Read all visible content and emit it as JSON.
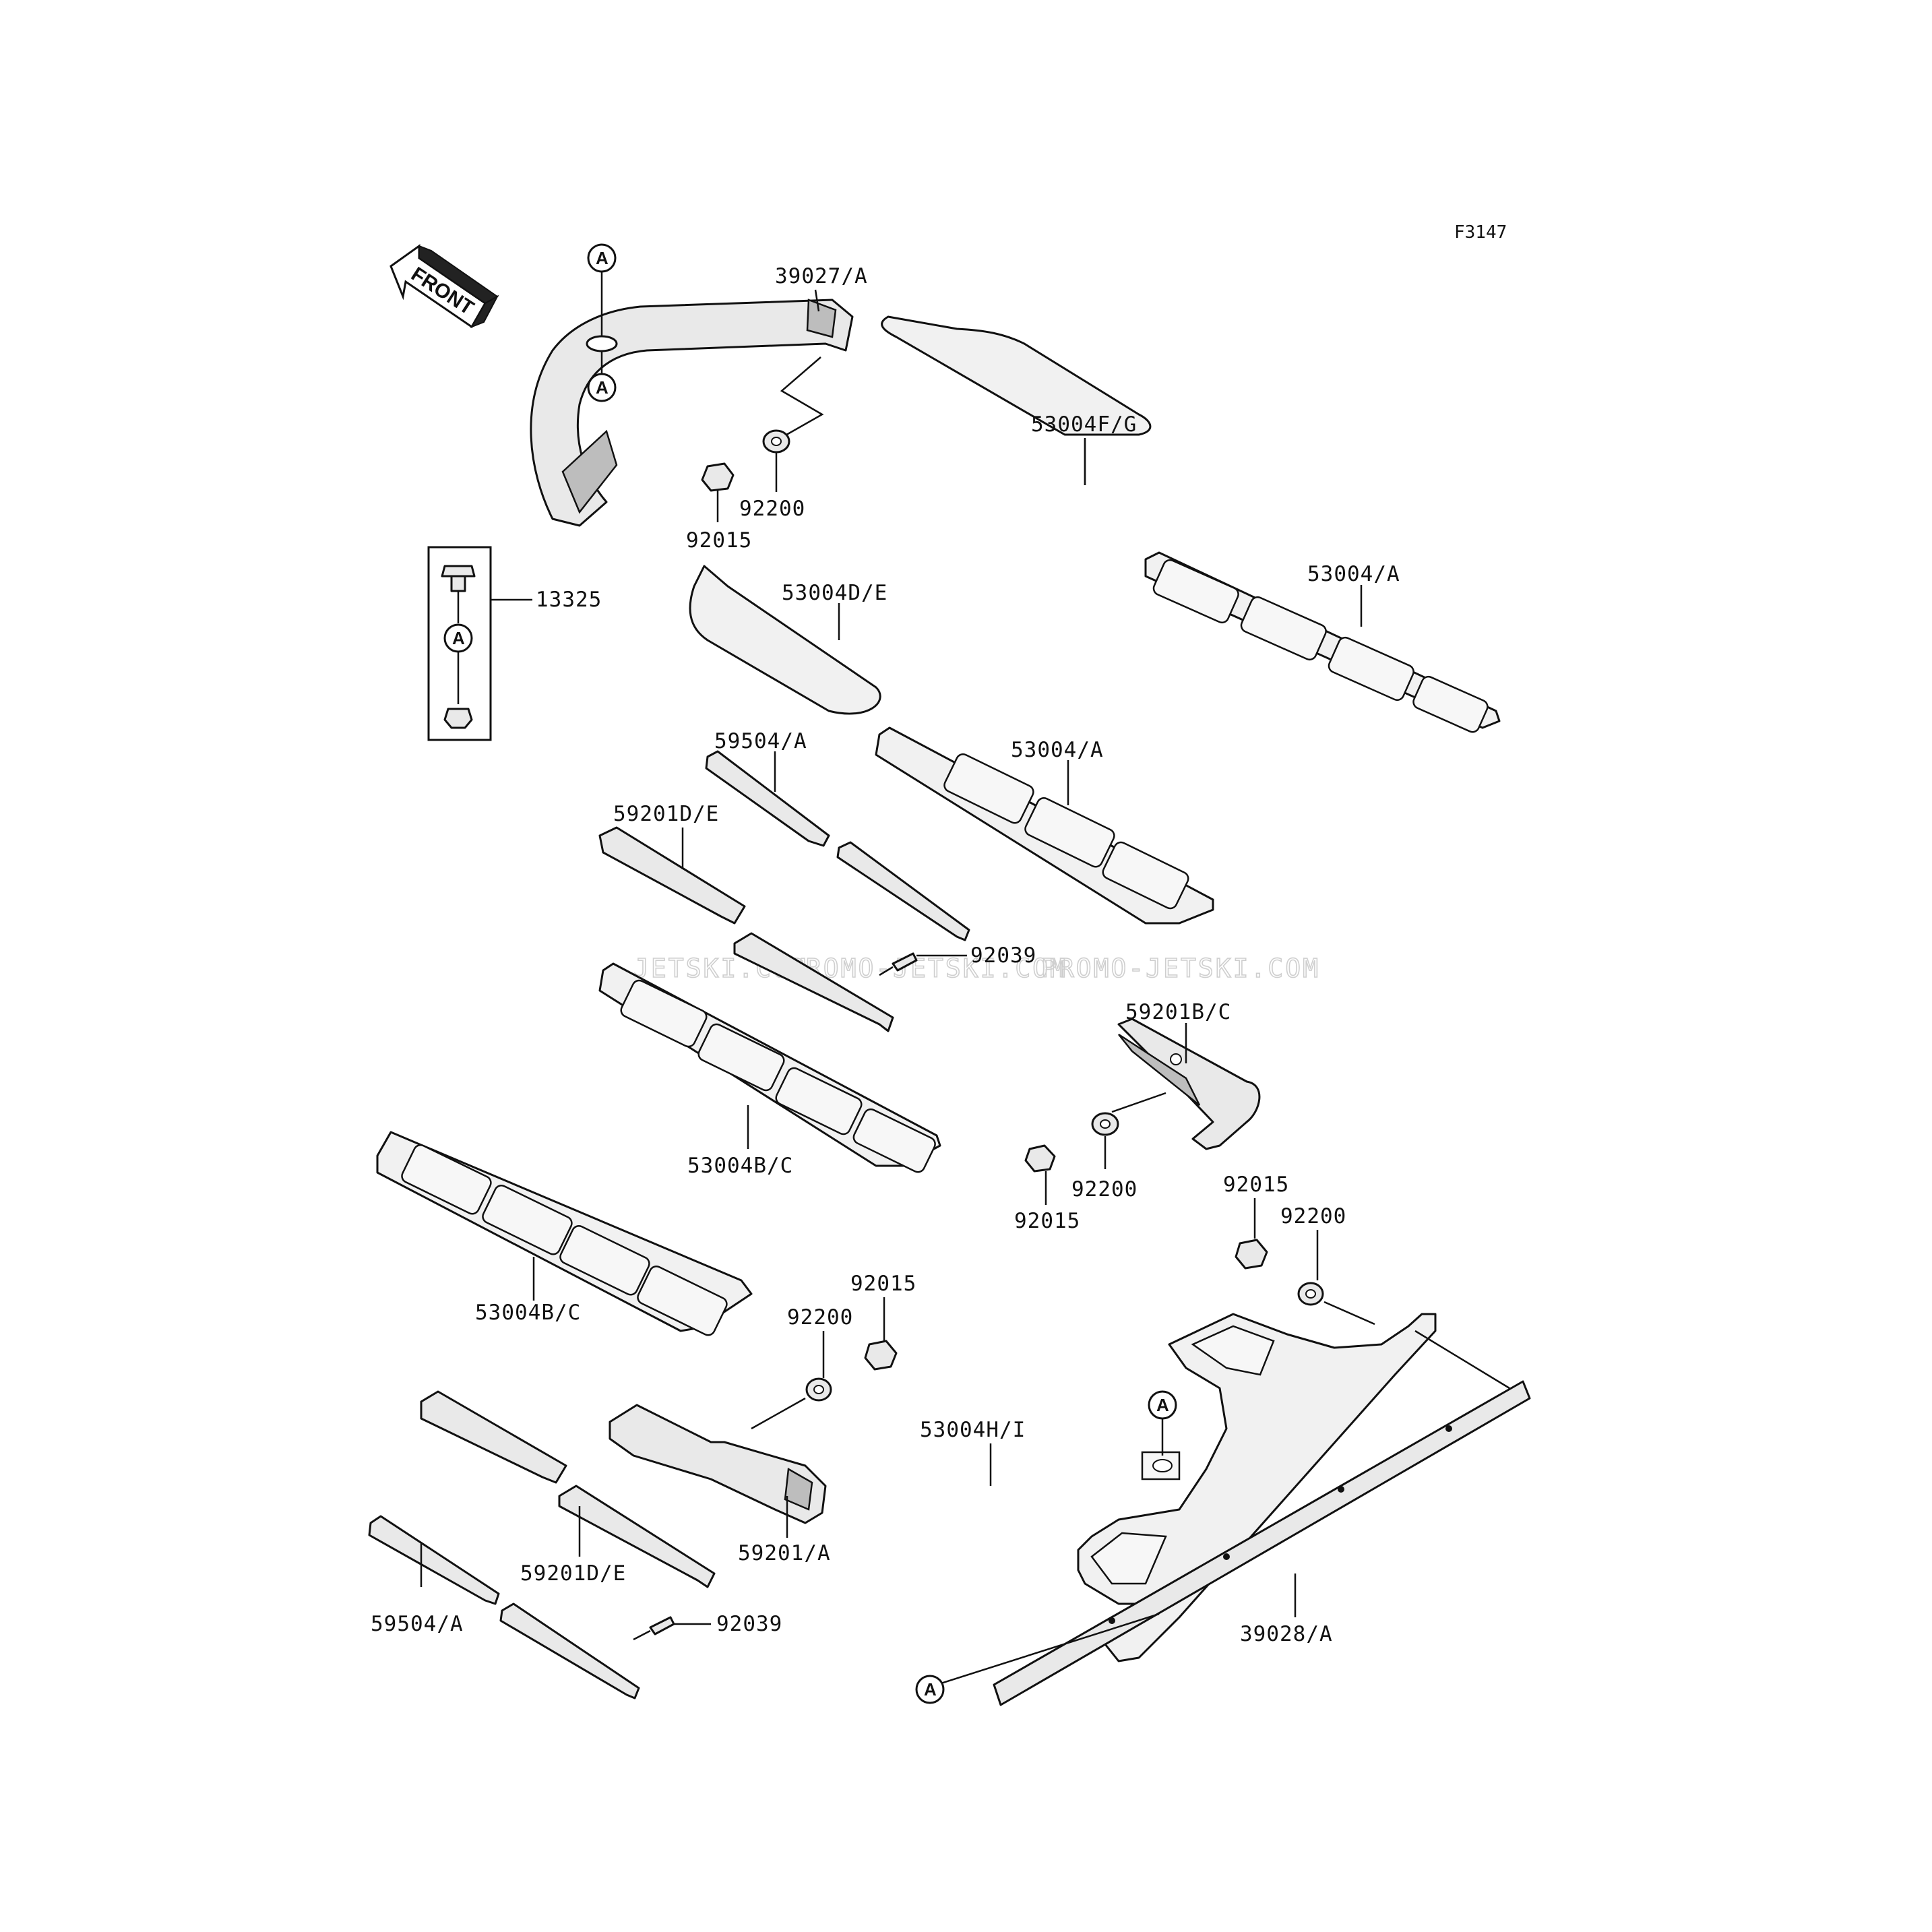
{
  "figure_code": "F3147",
  "front_label": "FRONT",
  "watermark": {
    "left": "JETSKI.COM",
    "mid": "PROMO-JETSKI.COM",
    "right": "PROMO-JETSKI.COM"
  },
  "ref_letter": "A",
  "part_labels": {
    "p39027a": "39027/A",
    "p53004fg": "53004F/G",
    "p92200_top": "92200",
    "p92015_top": "92015",
    "p13325": "13325",
    "p53004de": "53004D/E",
    "p53004a_right": "53004/A",
    "p59504a_top": "59504/A",
    "p53004a_mid": "53004/A",
    "p59201de_top": "59201D/E",
    "p92039_top": "92039",
    "p59201bc": "59201B/C",
    "p53004bc_mid": "53004B/C",
    "p92015_mid": "92015",
    "p92200_mid": "92200",
    "p92015_right": "92015",
    "p92200_right": "92200",
    "p53004bc_left": "53004B/C",
    "p92015_low": "92015",
    "p92200_low": "92200",
    "p53004hi": "53004H/I",
    "p59201a": "59201/A",
    "p59201de_low": "59201D/E",
    "p59504a_low": "59504/A",
    "p92039_low": "92039",
    "p39028a": "39028/A"
  }
}
